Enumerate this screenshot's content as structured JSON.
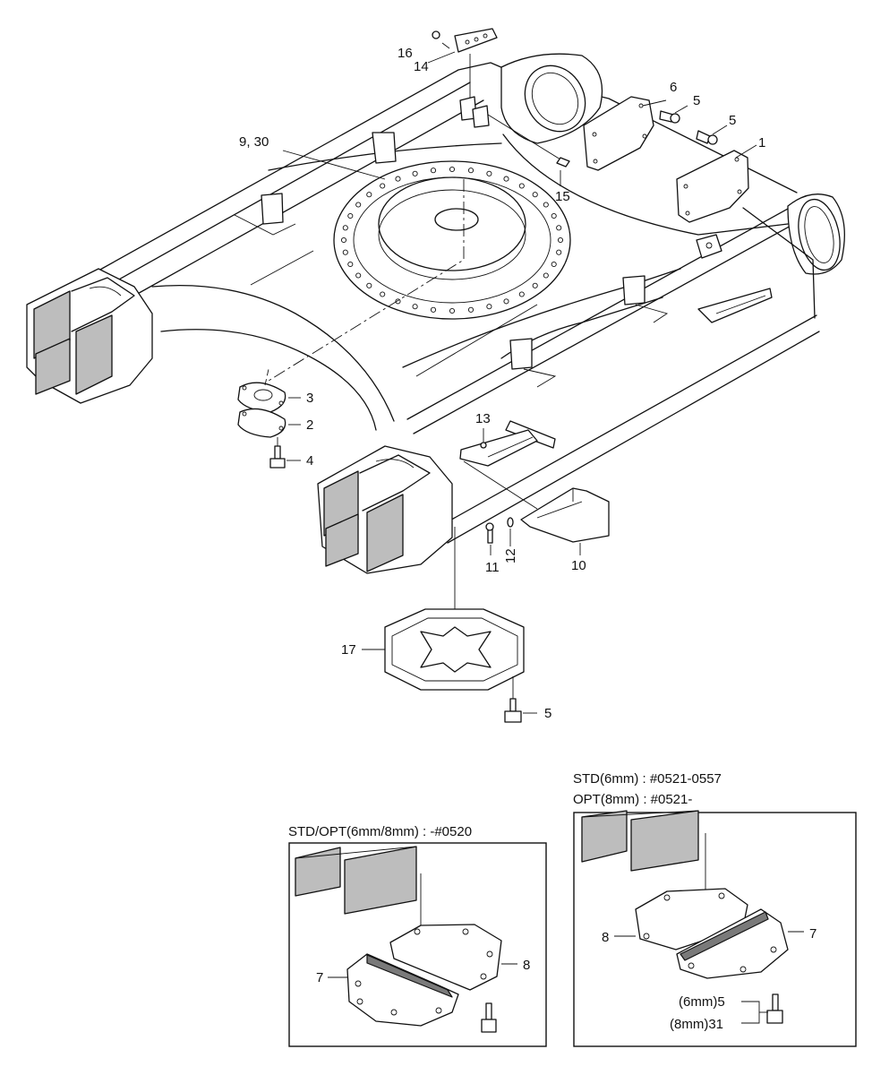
{
  "callouts": {
    "c1": "1",
    "c2": "2",
    "c3": "3",
    "c4": "4",
    "c5a": "5",
    "c5b": "5",
    "c5c": "5",
    "c6": "6",
    "c9_30": "9, 30",
    "c10": "10",
    "c11": "11",
    "c12": "12",
    "c13": "13",
    "c14": "14",
    "c15": "15",
    "c16": "16",
    "c17": "17"
  },
  "inset_left": {
    "caption": "STD/OPT(6mm/8mm) : -#0520",
    "label_7": "7",
    "label_8": "8"
  },
  "inset_right": {
    "caption_line1": "STD(6mm) : #0521-0557",
    "caption_line2": "OPT(8mm) : #0521-",
    "label_8": "8",
    "label_7": "7",
    "label_5": "(6mm)5",
    "label_31": "(8mm)31"
  }
}
